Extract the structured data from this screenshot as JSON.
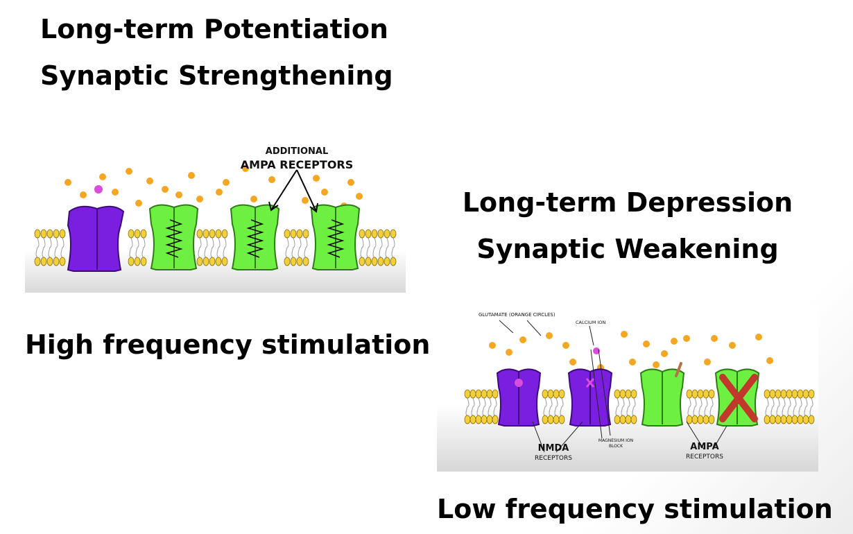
{
  "ltp": {
    "title": "Long-term Potentiation",
    "subtitle": "Synaptic Strengthening",
    "stimulation": "High frequency stimulation",
    "diagram": {
      "label_line1": "ADDITIONAL",
      "label_line2": "AMPA RECEPTORS"
    }
  },
  "ltd": {
    "title": "Long-term Depression",
    "subtitle": "Synaptic Weakening",
    "stimulation": "Low frequency stimulation",
    "diagram": {
      "glutamate_label": "GLUTAMATE (ORANGE CIRCLES)",
      "calcium_label": "CALCIUM ION",
      "magnesium_label_line1": "MAGNESIUM ION",
      "magnesium_label_line2": "BLOCK",
      "nmda_label_line1": "NMDA",
      "nmda_label_line2": "RECEPTORS",
      "ampa_label_line1": "AMPA",
      "ampa_label_line2": "RECEPTORS"
    }
  },
  "colors": {
    "nmda_receptor": "#7a1fe0",
    "ampa_receptor": "#6ef043",
    "glutamate": "#f5a623",
    "calcium_ion": "#d94dde",
    "block_x": "#c0392b",
    "lipid_head": "#f2d03b"
  }
}
